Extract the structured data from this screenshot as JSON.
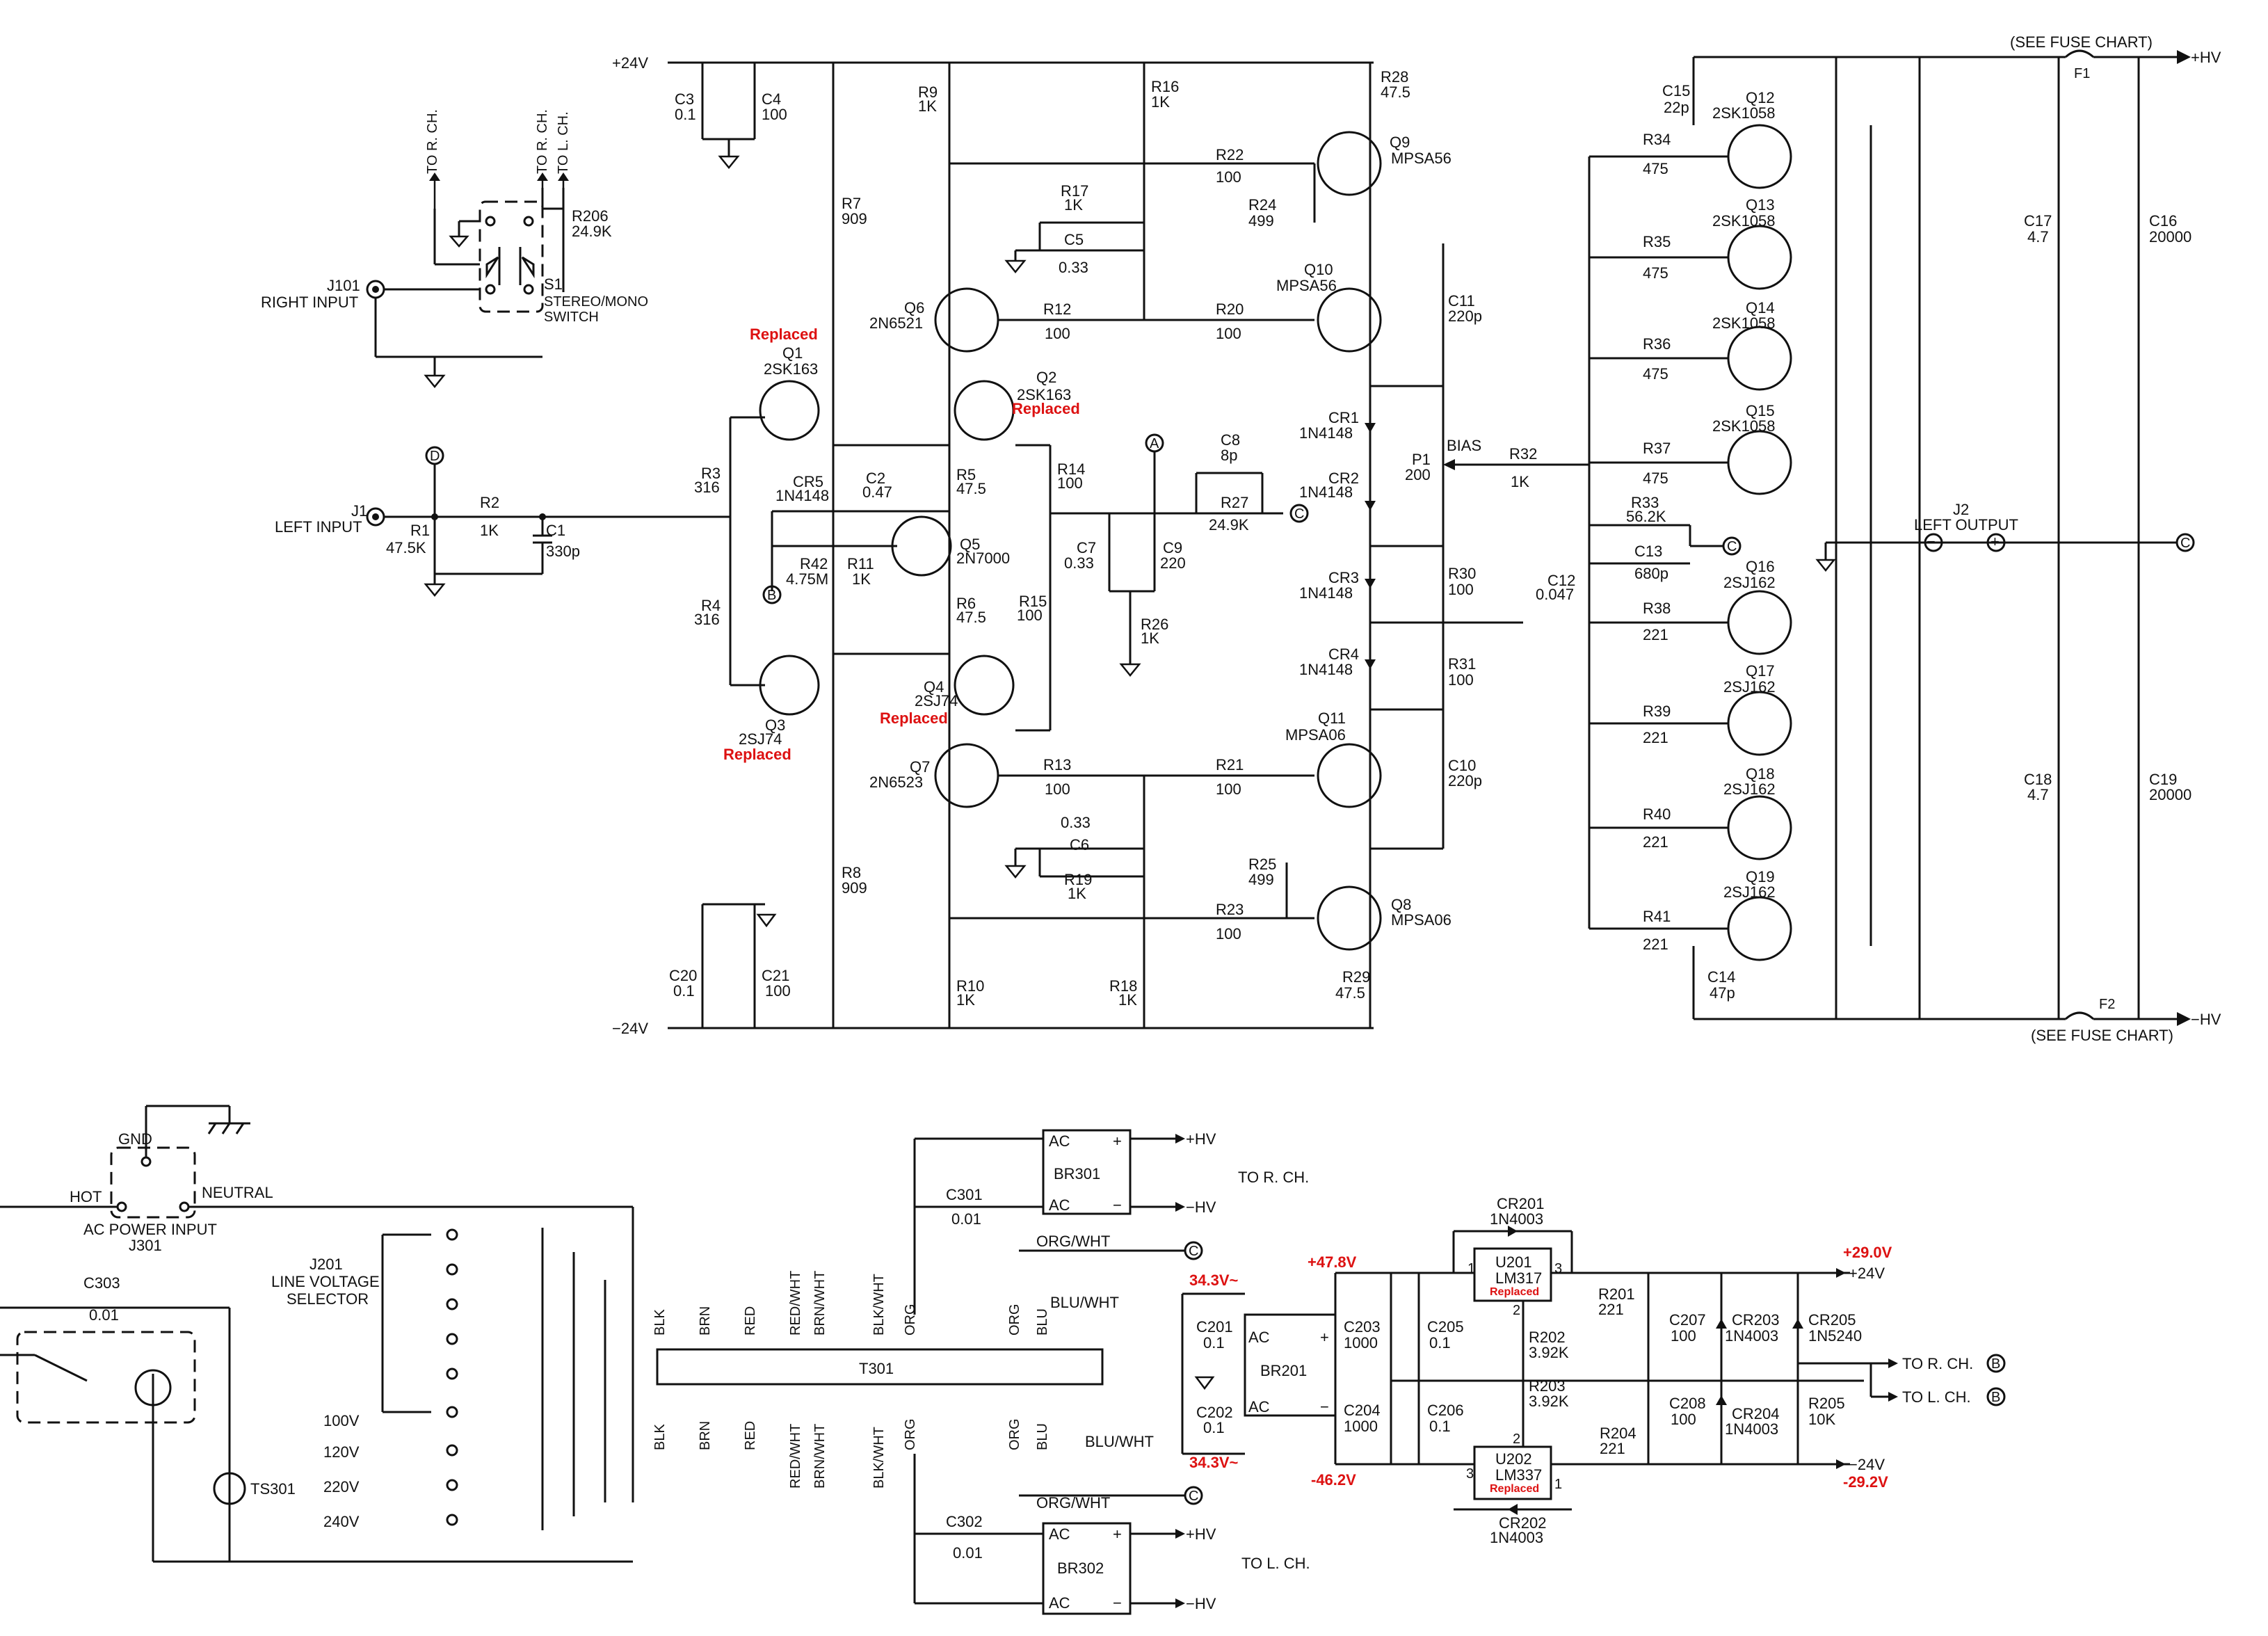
{
  "colors": {
    "ink": "#111111",
    "annotation": "#dd1111",
    "background": "#ffffff"
  },
  "rails": {
    "pos24": "+24V",
    "neg24": "−24V",
    "hv_pos": "+HV",
    "hv_neg": "−HV",
    "fuse_chart": "(SEE FUSE CHART)",
    "f1": "F1",
    "f2": "F2"
  },
  "inputs": {
    "j101": "J101",
    "right_input": "RIGHT INPUT",
    "j1": "J1",
    "left_input": "LEFT INPUT",
    "s1": "S1",
    "s1_desc_1": "STEREO/MONO",
    "s1_desc_2": "SWITCH",
    "to_r_ch_d": "TO R. CH.",
    "to_r_ch_a": "TO R. CH.",
    "to_l_ch_c": "TO L. CH.",
    "ref_d": "D",
    "ref_a": "A",
    "ref_c": "C",
    "ref_b": "B",
    "r206": "R206",
    "r206_v": "24.9K"
  },
  "components": {
    "r1": "R1",
    "r1_v": "47.5K",
    "r2": "R2",
    "r2_v": "1K",
    "c1": "C1",
    "c1_v": "330p",
    "c3": "C3",
    "c3_v": "0.1",
    "c4": "C4",
    "c4_v": "100",
    "c20": "C20",
    "c20_v": "0.1",
    "c21": "C21",
    "c21_v": "100",
    "r3": "R3",
    "r3_v": "316",
    "r4": "R4",
    "r4_v": "316",
    "r5": "R5",
    "r5_v": "47.5",
    "r6": "R6",
    "r6_v": "47.5",
    "r7": "R7",
    "r7_v": "909",
    "r8": "R8",
    "r8_v": "909",
    "r9": "R9",
    "r9_v": "1K",
    "r10": "R10",
    "r10_v": "1K",
    "r11": "R11",
    "r11_v": "1K",
    "r42": "R42",
    "r42_v": "4.75M",
    "cr5": "CR5",
    "cr5_v": "1N4148",
    "c2": "C2",
    "c2_v": "0.47",
    "q1": "Q1",
    "q1_v": "2SK163",
    "q2": "Q2",
    "q2_v": "2SK163",
    "q3": "Q3",
    "q3_v": "2SJ74",
    "q4": "Q4",
    "q4_v": "2SJ74",
    "q5": "Q5",
    "q5_v": "2N7000",
    "q6": "Q6",
    "q6_v": "2N6521",
    "q7": "Q7",
    "q7_v": "2N6523",
    "r12": "R12",
    "r12_v": "100",
    "r13": "R13",
    "r13_v": "100",
    "r14": "R14",
    "r14_v": "100",
    "r15": "R15",
    "r15_v": "100",
    "r16": "R16",
    "r16_v": "1K",
    "r17": "R17",
    "r17_v": "1K",
    "r18": "R18",
    "r18_v": "1K",
    "r19": "R19",
    "r19_v": "1K",
    "c5": "C5",
    "c5_v": "0.33",
    "c6": "C6",
    "c6_v": "0.33",
    "c7": "C7",
    "c7_v": "0.33",
    "c8": "C8",
    "c8_v": "8p",
    "c9": "C9",
    "c9_v": "220",
    "r26": "R26",
    "r26_v": "1K",
    "r27": "R27",
    "r27_v": "24.9K",
    "r20": "R20",
    "r20_v": "100",
    "r21": "R21",
    "r21_v": "100",
    "r22": "R22",
    "r22_v": "100",
    "r23": "R23",
    "r23_v": "100",
    "r24": "R24",
    "r24_v": "499",
    "r25": "R25",
    "r25_v": "499",
    "r28": "R28",
    "r28_v": "47.5",
    "r29": "R29",
    "r29_v": "47.5",
    "q8": "Q8",
    "q8_v": "MPSA06",
    "q9": "Q9",
    "q9_v": "MPSA56",
    "q10": "Q10",
    "q10_v": "MPSA56",
    "q11": "Q11",
    "q11_v": "MPSA06",
    "c10": "C10",
    "c10_v": "220p",
    "c11": "C11",
    "c11_v": "220p",
    "cr1": "CR1",
    "cr1_v": "1N4148",
    "cr2": "CR2",
    "cr2_v": "1N4148",
    "cr3": "CR3",
    "cr3_v": "1N4148",
    "cr4": "CR4",
    "cr4_v": "1N4148",
    "r30": "R30",
    "r30_v": "100",
    "r31": "R31",
    "r31_v": "100",
    "p1": "P1",
    "p1_v": "200",
    "bias": "BIAS",
    "r32": "R32",
    "r32_v": "1K",
    "c12": "C12",
    "c12_v": "0.047",
    "r33": "R33",
    "r33_v": "56.2K",
    "c13": "C13",
    "c13_v": "680p",
    "c14": "C14",
    "c14_v": "47p",
    "c15": "C15",
    "c15_v": "22p",
    "r34": "R34",
    "r35": "R35",
    "r36": "R36",
    "r37": "R37",
    "r475": "475",
    "r38": "R38",
    "r39": "R39",
    "r40": "R40",
    "r41": "R41",
    "r221": "221",
    "q12": "Q12",
    "q13": "Q13",
    "q14": "Q14",
    "q15": "Q15",
    "k1058": "2SK1058",
    "q16": "Q16",
    "q17": "Q17",
    "q18": "Q18",
    "q19": "Q19",
    "j162": "2SJ162",
    "c16": "C16",
    "c16_v": "20000",
    "c17": "C17",
    "c17_v": "4.7",
    "c18": "C18",
    "c18_v": "4.7",
    "c19": "C19",
    "c19_v": "20000",
    "j2": "J2",
    "left_output": "LEFT  OUTPUT"
  },
  "annotations": {
    "replaced": "Replaced"
  },
  "psu": {
    "gnd": "GND",
    "hot": "HOT",
    "neutral": "NEUTRAL",
    "ac_power_input": "AC POWER INPUT",
    "j301": "J301",
    "j201": "J201",
    "line_voltage": "LINE VOLTAGE",
    "selector": "SELECTOR",
    "v100": "100V",
    "v120": "120V",
    "v220": "220V",
    "v240": "240V",
    "c303": "C303",
    "c303_v": "0.01",
    "ts301": "TS301",
    "t301": "T301",
    "blk": "BLK",
    "brn": "BRN",
    "red": "RED",
    "red_wht": "RED/WHT",
    "brn_wht": "BRN/WHT",
    "blk_wht": "BLK/WHT",
    "org": "ORG",
    "org_wht": "ORG/WHT",
    "blu": "BLU",
    "blu_wht": "BLU/WHT",
    "br301": "BR301",
    "br302": "BR302",
    "br201": "BR201",
    "ac": "AC",
    "plus": "+",
    "minus": "−",
    "c301": "C301",
    "c301_v": "0.01",
    "c302": "C302",
    "c302_v": "0.01",
    "to_r_ch": "TO R. CH.",
    "to_l_ch": "TO L. CH.",
    "plus_hv": "+HV",
    "minus_hv": "−HV",
    "v_ac_top": "34.3V~",
    "v_ac_bot": "34.3V~",
    "c201": "C201",
    "c201_v": "0.1",
    "c202": "C202",
    "c202_v": "0.1",
    "v_pos_raw": "+47.8V",
    "v_neg_raw": "-46.2V",
    "c203": "C203",
    "c203_v": "1000",
    "c204": "C204",
    "c204_v": "1000",
    "c205": "C205",
    "c205_v": "0.1",
    "c206": "C206",
    "c206_v": "0.1",
    "u201": "U201",
    "u201_v": "LM317",
    "u202": "U202",
    "u202_v": "LM337",
    "cr201": "CR201",
    "cr201_v": "1N4003",
    "cr202": "CR202",
    "cr202_v": "1N4003",
    "r201": "R201",
    "r201_v": "221",
    "r204": "R204",
    "r204_v": "221",
    "r202": "R202",
    "r202_v": "3.92K",
    "r203": "R203",
    "r203_v": "3.92K",
    "c207": "C207",
    "c207_v": "100",
    "c208": "C208",
    "c208_v": "100",
    "cr203": "CR203",
    "cr203_v": "1N4003",
    "cr204": "CR204",
    "cr204_v": "1N4003",
    "cr205": "CR205",
    "cr205_v": "1N5240",
    "r205": "R205",
    "r205_v": "10K",
    "v_pos_reg": "+29.0V",
    "v_neg_reg": "-29.2V",
    "pos24": "+24V",
    "neg24": "−24V",
    "pin1": "1",
    "pin2": "2",
    "pin3": "3"
  }
}
